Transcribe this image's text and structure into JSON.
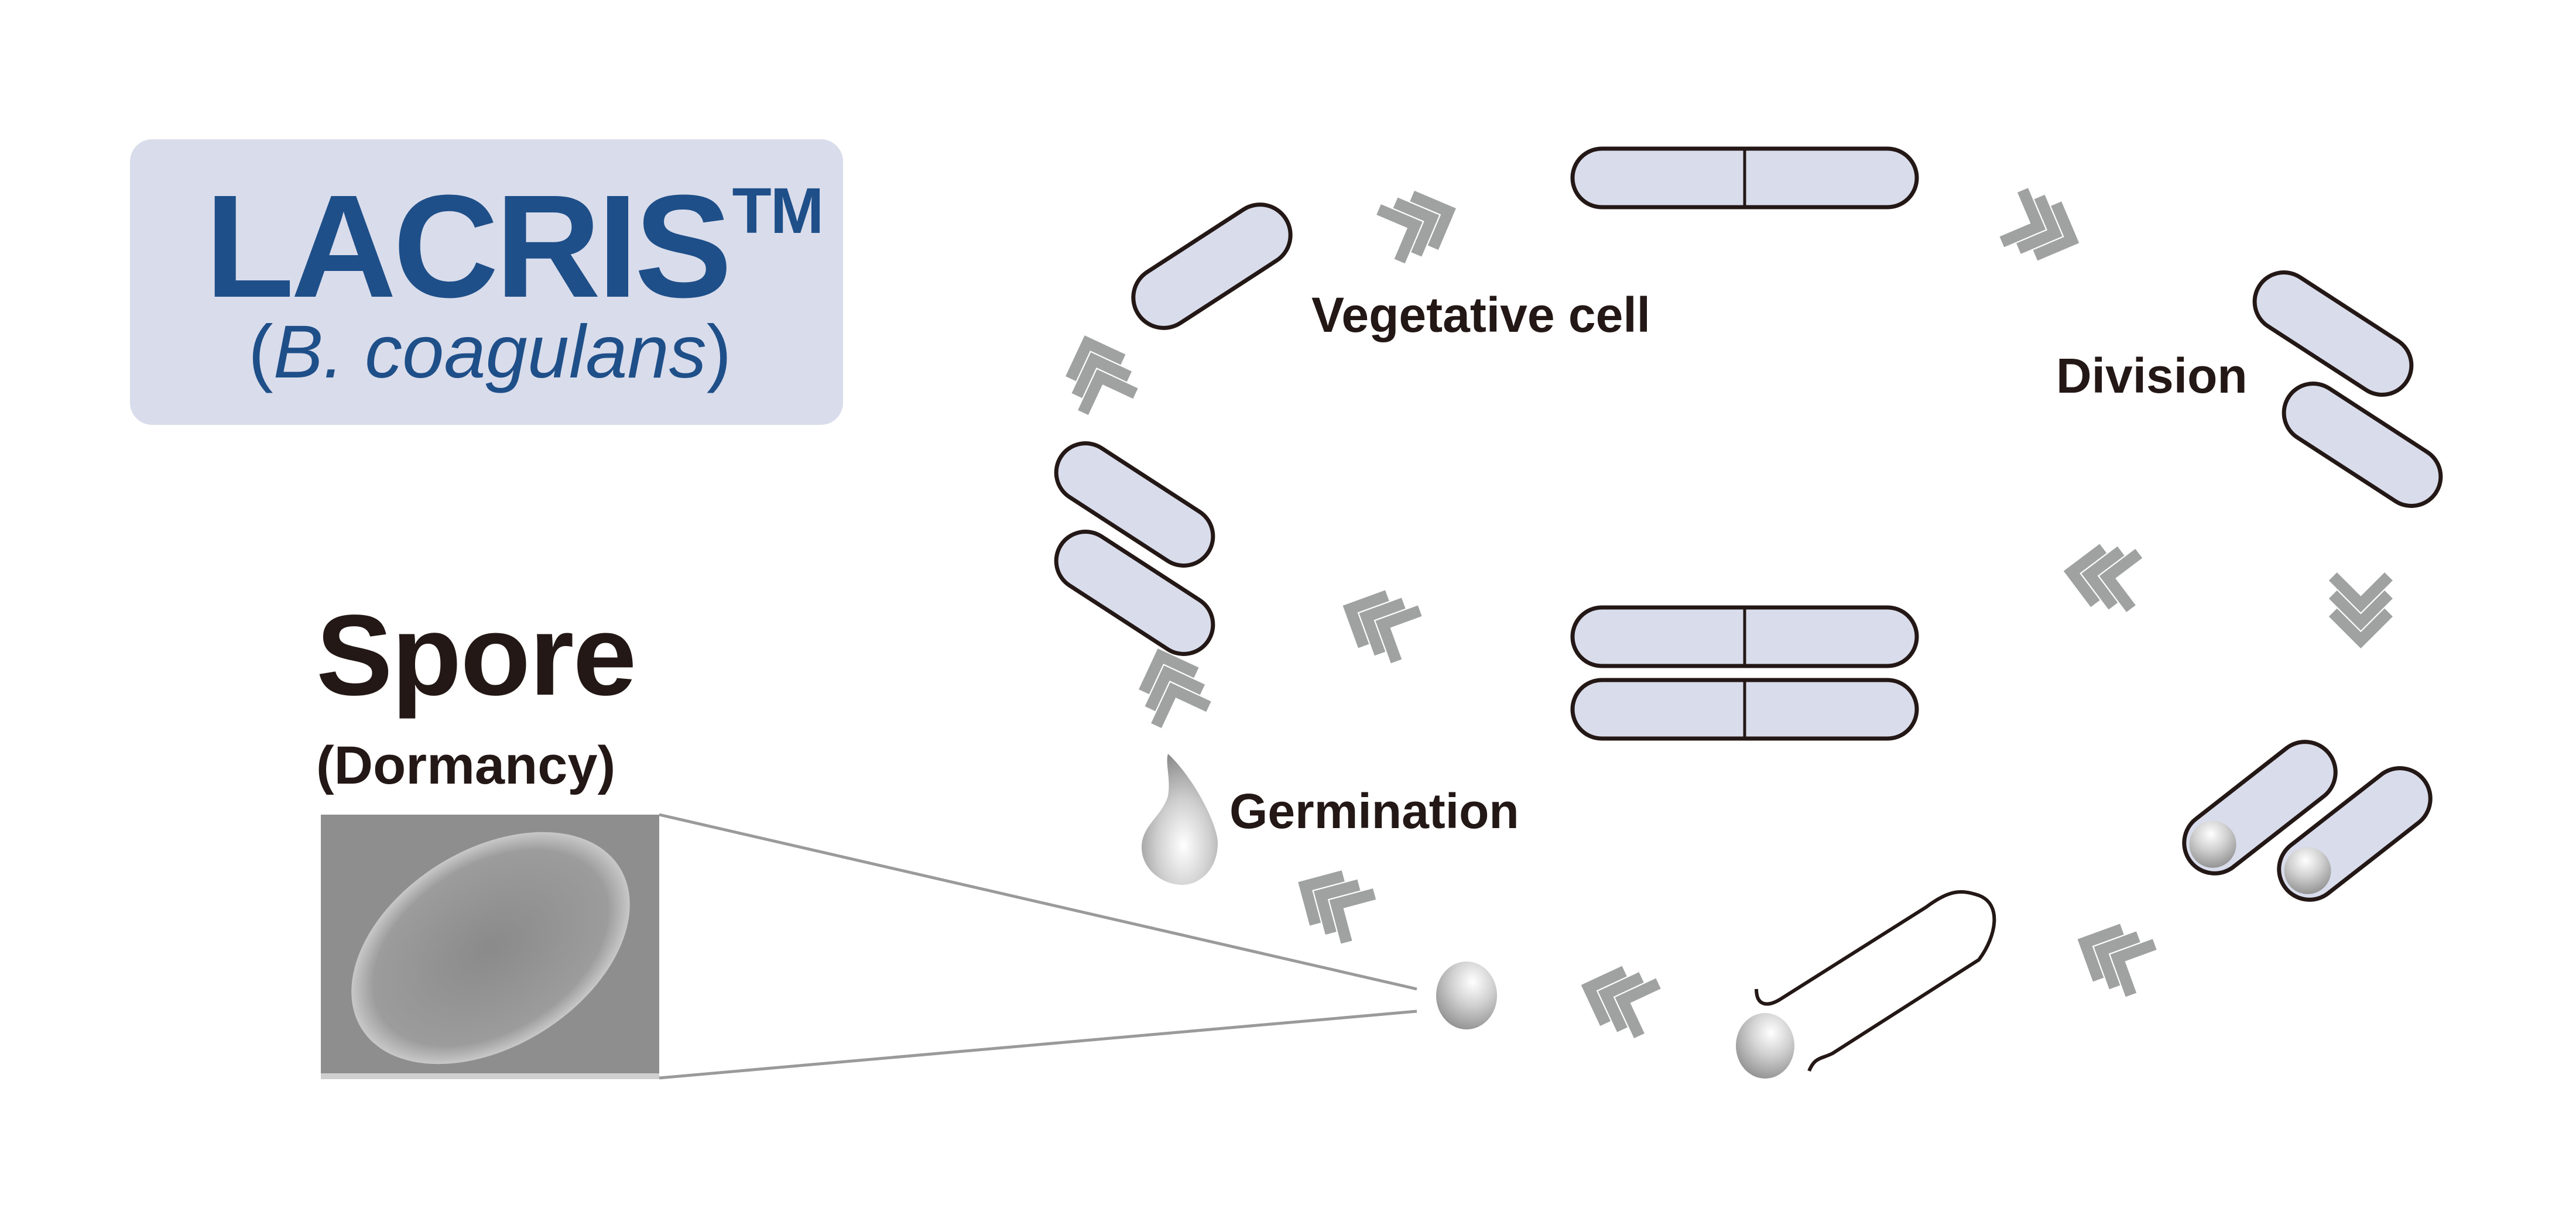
{
  "brand": {
    "name": "LACRIS",
    "trademark": "TM",
    "species_open_paren": "(",
    "species": "B. coagulans",
    "species_close_paren": ")",
    "box_color": "#d9dceb",
    "text_color": "#1f4f89"
  },
  "spore_panel": {
    "title": "Spore",
    "subtitle": "(Dormancy)",
    "image_description": "Electron micrograph of an oval spore"
  },
  "life_cycle": {
    "stages": [
      {
        "id": "vegetative",
        "label": "Vegetative cell"
      },
      {
        "id": "division",
        "label": "Division"
      },
      {
        "id": "sporulation",
        "label": ""
      },
      {
        "id": "spore-release",
        "label": ""
      },
      {
        "id": "spore",
        "label": ""
      },
      {
        "id": "germination",
        "label": "Germination"
      }
    ],
    "cell_fill": "#d9dceb",
    "cell_stroke": "#231815",
    "arrow_color": "#a0a2a1"
  }
}
